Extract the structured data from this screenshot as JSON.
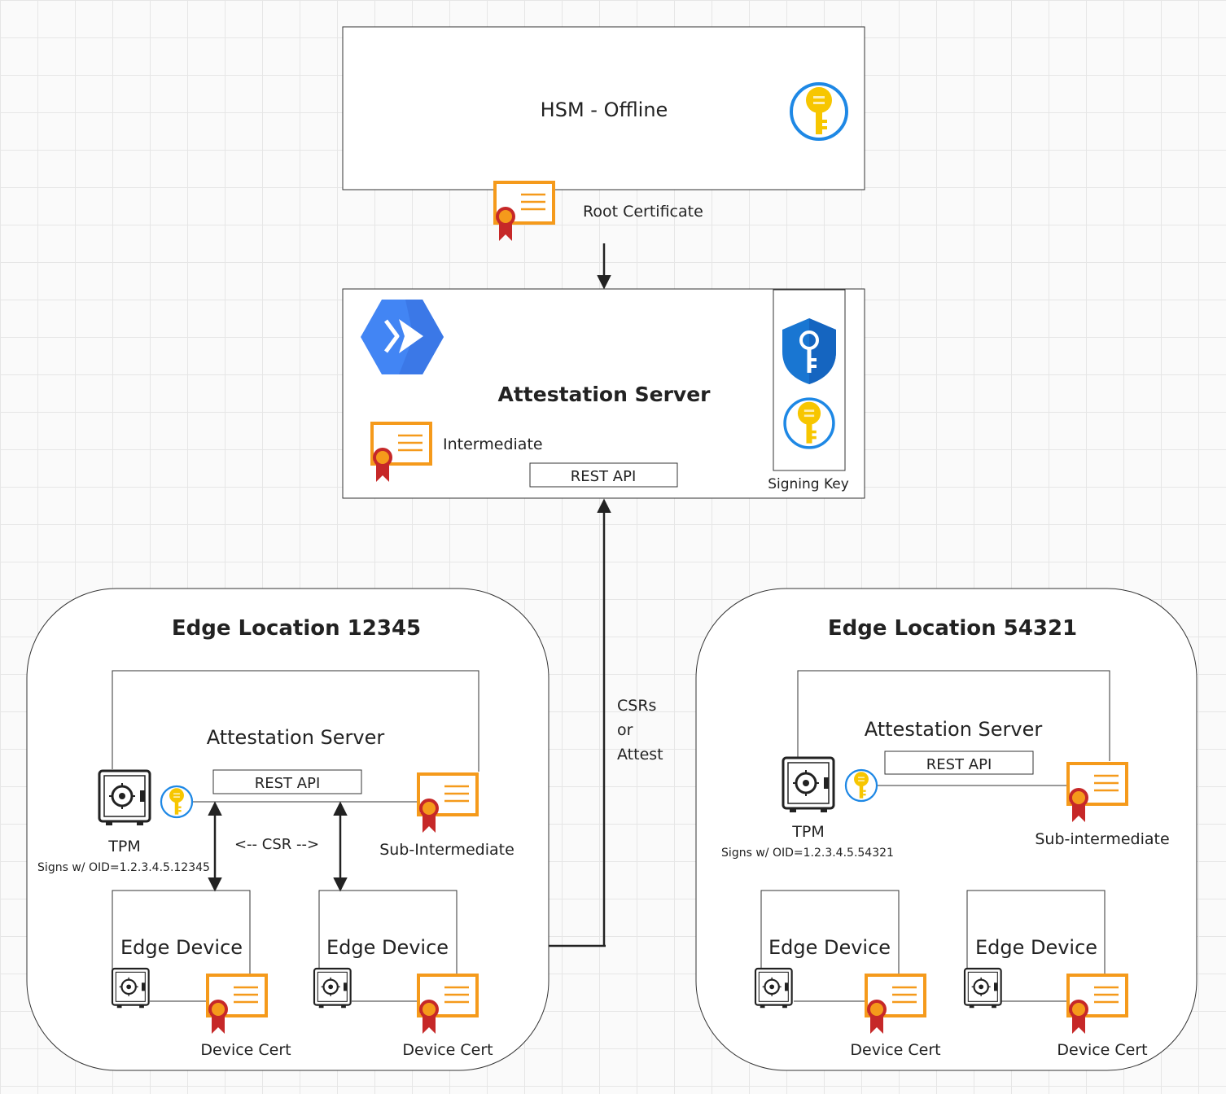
{
  "hsm": {
    "title": "HSM - Offline",
    "cert_label": "Root Certificate"
  },
  "central": {
    "title": "Attestation Server",
    "intermediate_label": "Intermediate",
    "rest_api": "REST API",
    "signing_key_label": "Signing Key"
  },
  "channel": {
    "line1": "CSRs",
    "line2": "or",
    "line3": "Attest"
  },
  "edge_a": {
    "title": "Edge Location 12345",
    "server_title": "Attestation Server",
    "rest_api": "REST API",
    "tpm_label": "TPM",
    "tpm_oid": "Signs w/ OID=1.2.3.4.5.12345",
    "sub_label": "Sub-Intermediate",
    "csr_label": "<-- CSR -->",
    "devices": [
      {
        "title": "Edge Device",
        "cert_label": "Device Cert"
      },
      {
        "title": "Edge Device",
        "cert_label": "Device Cert"
      }
    ]
  },
  "edge_b": {
    "title": "Edge Location 54321",
    "server_title": "Attestation Server",
    "rest_api": "REST API",
    "tpm_label": "TPM",
    "tpm_oid": "Signs w/ OID=1.2.3.4.5.54321",
    "sub_label": "Sub-intermediate",
    "devices": [
      {
        "title": "Edge Device",
        "cert_label": "Device Cert"
      },
      {
        "title": "Edge Device",
        "cert_label": "Device Cert"
      }
    ]
  },
  "colors": {
    "cert_orange": "#f59a1b",
    "ribbon_red": "#c62828",
    "key_yellow": "#f7c600",
    "key_ring_blue": "#1e88e5",
    "shield_blue": "#1976d2",
    "gcp_blue": "#4285f4"
  },
  "icons": {
    "root_cert": "certificate-icon",
    "hsm_key": "key-icon",
    "cloud_run": "cloud-run-icon",
    "key_vault": "key-vault-shield-icon",
    "tpm": "safe-icon"
  }
}
